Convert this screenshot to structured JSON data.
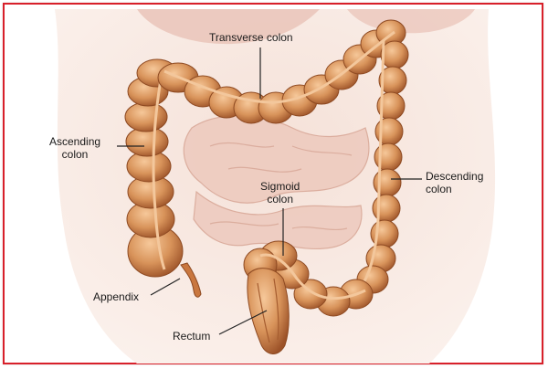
{
  "labels": {
    "transverse": "Transverse colon",
    "ascending_1": "Ascending",
    "ascending_2": "colon",
    "descending_1": "Descending",
    "descending_2": "colon",
    "sigmoid_1": "Sigmoid",
    "sigmoid_2": "colon",
    "appendix": "Appendix",
    "rectum": "Rectum"
  },
  "colors": {
    "border": "#d8202a",
    "colon_fill": "#d8935a",
    "colon_shadow": "#a85a2e",
    "colon_highlight": "#f2c08e",
    "body_skin": "#f3dcd2",
    "small_intestine": "#efcfc4",
    "leader_line": "#222222"
  }
}
